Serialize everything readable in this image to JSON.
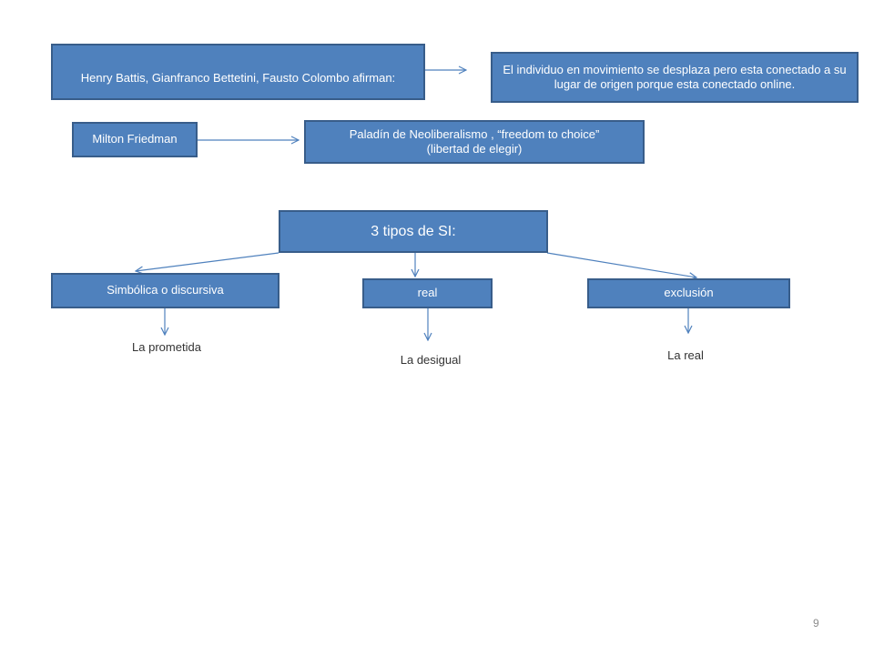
{
  "nodes": {
    "henry": "Henry Battis, Gianfranco Bettetini, Fausto Colombo afirman:",
    "individuo": "El individuo en movimiento se desplaza pero esta conectado a su lugar de origen porque esta conectado online.",
    "milton": "Milton Friedman",
    "paladin_line1": "Paladín de Neoliberalismo , “freedom to choice”",
    "paladin_line2": "(libertad de elegir)",
    "tipos": "3 tipos de SI:",
    "simbolica": "Simbólica o discursiva",
    "real": "real",
    "exclusion": "exclusión"
  },
  "labels": {
    "prometida": "La prometida",
    "desigual": "La desigual",
    "real": "La real"
  },
  "page_number": "9",
  "colors": {
    "box_fill": "#4f81bd",
    "box_border": "#385d8a",
    "arrow": "#4f81bd"
  }
}
